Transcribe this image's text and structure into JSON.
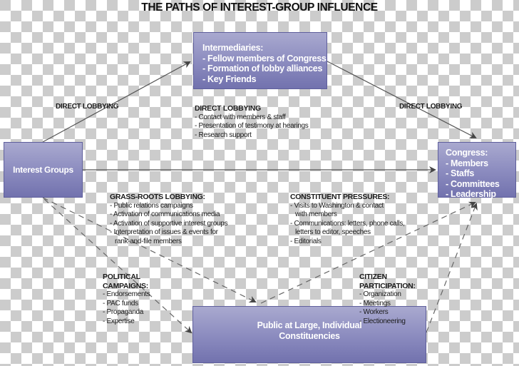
{
  "title": "THE PATHS OF INTEREST-GROUP INFLUENCE",
  "colors": {
    "box_top": "#a9a9cf",
    "box_bottom": "#7272ae",
    "box_border": "#5f5f9c",
    "box_text": "#ffffff",
    "line": "#555555",
    "dashed_line": "#666666"
  },
  "nodes": {
    "intermediaries": {
      "heading": "Intermediaries:",
      "items": [
        "- Fellow members of Congress",
        "- Formation of lobby alliances",
        "- Key Friends"
      ]
    },
    "interest_groups": {
      "label": "Interest Groups"
    },
    "congress": {
      "heading": "Congress:",
      "items": [
        "- Members",
        "- Staffs",
        "- Committees",
        "- Leadership"
      ]
    },
    "public": {
      "lines": [
        "Public at Large, Individual",
        "Constituencies"
      ]
    }
  },
  "edge_labels": {
    "direct_left": "DIRECT LOBBYING",
    "direct_right": "DIRECT LOBBYING"
  },
  "annotations": {
    "direct_lobbying": {
      "heading": "DIRECT LOBBYING",
      "items": [
        "- Contact with members & staff",
        "- Presentation of testimony at hearings",
        "- Research support"
      ]
    },
    "grass_roots": {
      "heading": "GRASS-ROOTS LOBBYING:",
      "items": [
        "- Public relations campaigns",
        "- Activation of communications media",
        "- Activation of supportive interest groups",
        "- Interpretation of issues & events for",
        "rank-and-file members"
      ]
    },
    "constituent": {
      "heading": "CONSTITUENT PRESSURES:",
      "items": [
        "- Visits to Washington & contact",
        "with members",
        "- Communications: letters, phone calls,",
        "letters to editor, speeches",
        "- Editorials"
      ]
    },
    "political": {
      "heading_lines": [
        "POLITICAL",
        "CAMPAIGNS:"
      ],
      "items": [
        "- Endorsements",
        "- PAC funds",
        "- Propaganda",
        "- Expertise"
      ]
    },
    "citizen": {
      "heading_lines": [
        "CITIZEN",
        "PARTICIPATION:"
      ],
      "items": [
        "- Organization",
        "- Meetings",
        "- Workers",
        "- Electioneering"
      ]
    }
  },
  "edges": [
    {
      "from": "interest_groups",
      "to": "intermediaries",
      "style": "solid",
      "label": "DIRECT LOBBYING"
    },
    {
      "from": "intermediaries",
      "to": "congress",
      "style": "solid",
      "label": "DIRECT LOBBYING"
    },
    {
      "from": "interest_groups",
      "to": "congress",
      "style": "solid"
    },
    {
      "from": "interest_groups",
      "to": "public",
      "style": "dashed",
      "label": "GRASS-ROOTS LOBBYING"
    },
    {
      "from": "interest_groups",
      "to": "public",
      "style": "dashed",
      "label": "POLITICAL CAMPAIGNS"
    },
    {
      "from": "public",
      "to": "congress",
      "style": "dashed",
      "label": "CONSTITUENT PRESSURES"
    },
    {
      "from": "public",
      "to": "congress",
      "style": "dashed",
      "label": "CITIZEN PARTICIPATION"
    }
  ]
}
